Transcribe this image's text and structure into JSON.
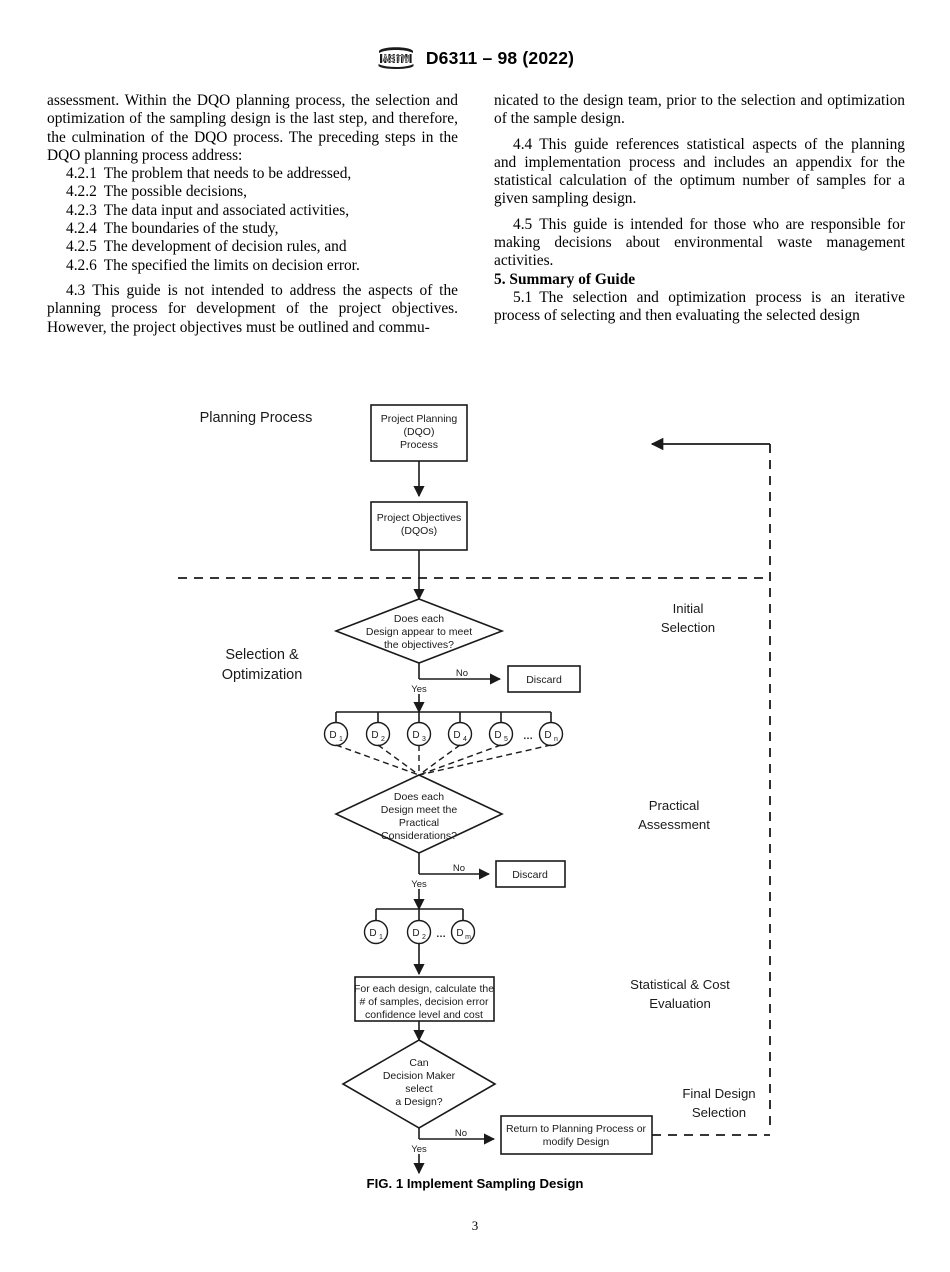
{
  "header": {
    "logo_icon": "astm-logo",
    "designation": "D6311 – 98 (2022)"
  },
  "left_column": {
    "para_continued": "assessment. Within the DQO planning process, the selection and optimization of the sampling design is the last step, and therefore, the culmination of the DQO process. The preceding steps in the DQO planning process address:",
    "list": [
      {
        "num": "4.2.1",
        "text": "The problem that needs to be addressed,"
      },
      {
        "num": "4.2.2",
        "text": "The possible decisions,"
      },
      {
        "num": "4.2.3",
        "text": "The data input and associated activities,"
      },
      {
        "num": "4.2.4",
        "text": "The boundaries of the study,"
      },
      {
        "num": "4.2.5",
        "text": "The development of decision rules, and"
      },
      {
        "num": "4.2.6",
        "text": "The specified the limits on decision error."
      }
    ],
    "para_43_num": "4.3",
    "para_43_text": "This guide is not intended to address the aspects of the planning process for development of the project objectives. However, the project objectives must be outlined and commu-"
  },
  "right_column": {
    "para_continued": "nicated to the design team, prior to the selection and optimization of the sample design.",
    "para_44_num": "4.4",
    "para_44_text": "This guide references statistical aspects of the planning and implementation process and includes an appendix for the statistical calculation of the optimum number of samples for a given sampling design.",
    "para_45_num": "4.5",
    "para_45_text": "This guide is intended for those who are responsible for making decisions about environmental waste management activities.",
    "section_heading": "5. Summary of Guide",
    "para_51_num": "5.1",
    "para_51_text": "The selection and optimization process is an iterative process of selecting and then evaluating the selected design"
  },
  "figure": {
    "caption": "FIG. 1 Implement Sampling Design",
    "phase_labels": {
      "planning_process": "Planning Process",
      "selection_optimization_line1": "Selection &",
      "selection_optimization_line2": "Optimization"
    },
    "stage_labels": [
      {
        "line1": "Initial",
        "line2": "Selection"
      },
      {
        "line1": "Practical",
        "line2": "Assessment"
      },
      {
        "line1": "Statistical & Cost",
        "line2": "Evaluation"
      },
      {
        "line1": "Final Design",
        "line2": "Selection"
      }
    ],
    "nodes": {
      "project_planning": [
        "Project Planning",
        "(DQO)",
        "Process"
      ],
      "project_objectives": [
        "Project Objectives",
        "(DQOs)"
      ],
      "decision_1": [
        "Does each",
        "Design appear to meet",
        "the objectives?"
      ],
      "decision_2": [
        "Does each",
        "Design meet the",
        "Practical",
        "Considerations?"
      ],
      "calc_box": [
        "For each design, calculate the",
        "# of samples, decision error",
        "confidence level and cost"
      ],
      "decision_3": [
        "Can",
        "Decision Maker",
        "select",
        "a Design?"
      ],
      "discard_1": "Discard",
      "discard_2": "Discard",
      "return_box": [
        "Return to Planning Process or",
        "modify Design"
      ]
    },
    "design_row_1": [
      {
        "label": "D",
        "sub": "1"
      },
      {
        "label": "D",
        "sub": "2"
      },
      {
        "label": "D",
        "sub": "3"
      },
      {
        "label": "D",
        "sub": "4"
      },
      {
        "label": "D",
        "sub": "5"
      },
      {
        "label": "…",
        "sub": ""
      },
      {
        "label": "D",
        "sub": "n"
      }
    ],
    "design_row_2": [
      {
        "label": "D",
        "sub": "1"
      },
      {
        "label": "D",
        "sub": "2"
      },
      {
        "label": "…",
        "sub": ""
      },
      {
        "label": "D",
        "sub": "m"
      }
    ],
    "edge_labels": {
      "yes_1": "Yes",
      "no_1": "No",
      "yes_2": "Yes",
      "no_2": "No",
      "yes_3": "Yes",
      "no_3": "No"
    },
    "colors": {
      "stroke": "#1a1a1a",
      "text": "#1a1a1a",
      "background": "#ffffff"
    }
  },
  "page_number": "3"
}
